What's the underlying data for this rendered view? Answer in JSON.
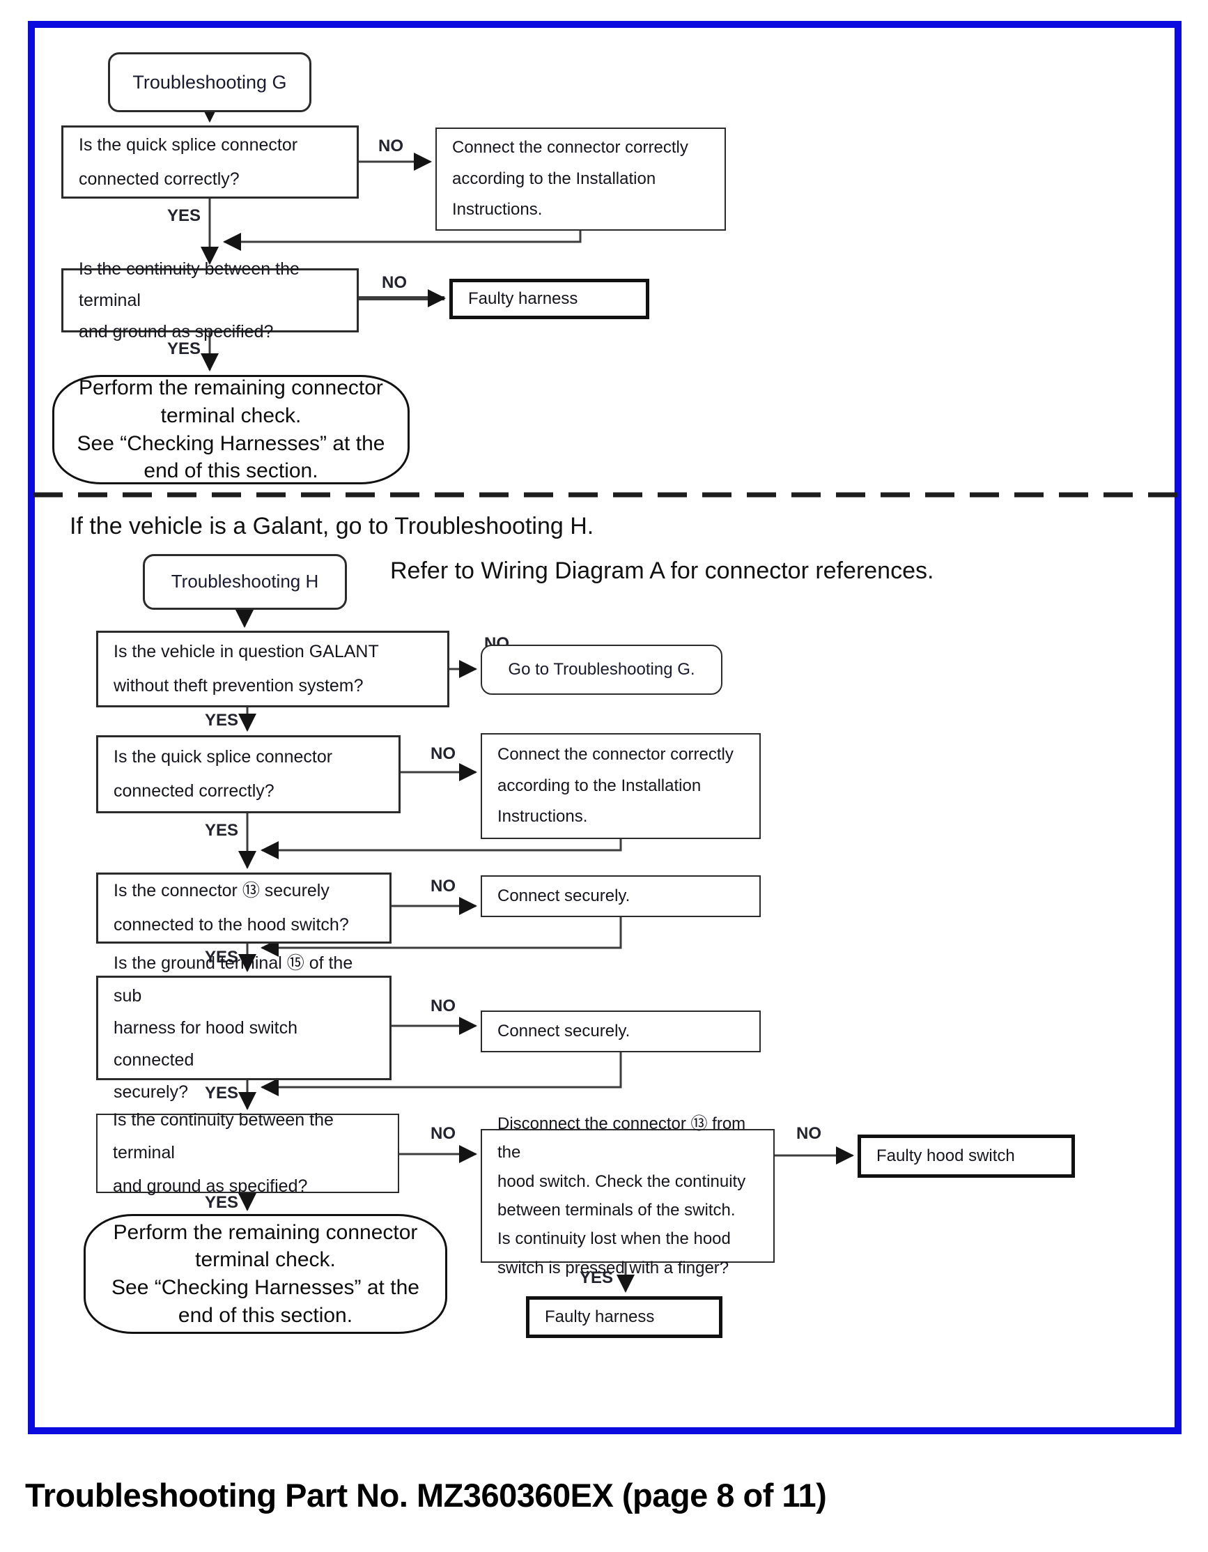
{
  "page": {
    "caption": "Troubleshooting Part No. MZ360360EX (page 8 of 11)"
  },
  "labels": {
    "yes": "YES",
    "no": "NO"
  },
  "troubleshooting_g": {
    "title": "Troubleshooting G",
    "q_quick_splice": "Is the quick splice connector\nconnected correctly?",
    "r_connect_installation": "Connect the connector correctly\naccording to the Installation\nInstructions.",
    "q_continuity": "Is the continuity between the terminal\nand ground as specified?",
    "r_faulty_harness": "Faulty harness",
    "end_terminal_check": "Perform the remaining connector\nterminal check.\nSee “Checking Harnesses” at the\nend of this section."
  },
  "divider_note": "If the vehicle is a Galant, go to Troubleshooting H.",
  "troubleshooting_h": {
    "title": "Troubleshooting H",
    "wiring_note": "Refer to Wiring Diagram A for connector references.",
    "q_galant": "Is the vehicle in question GALANT\nwithout theft prevention system?",
    "r_goto_g": "Go to Troubleshooting G.",
    "q_quick_splice": "Is the quick splice connector\nconnected correctly?",
    "r_connect_installation": "Connect the connector correctly\naccording to the Installation\nInstructions.",
    "q_connector_hood": "Is the connector ⑬ securely\nconnected to the hood switch?",
    "r_connect_securely_1": "Connect securely.",
    "q_ground_terminal": "Is the ground terminal ⑮ of the sub\nharness for hood switch connected\nsecurely?",
    "r_connect_securely_2": "Connect securely.",
    "q_continuity": "Is the continuity between the terminal\nand ground as specified?",
    "r_disconnect_check": "Disconnect the connector ⑬ from the\nhood switch. Check the continuity\nbetween terminals of the switch.\nIs continuity lost when the hood\nswitch is pressed with a finger?",
    "r_faulty_hood_switch": "Faulty hood switch",
    "r_faulty_harness": "Faulty harness",
    "end_terminal_check": "Perform the remaining connector\nterminal check.\nSee “Checking Harnesses” at the\nend of this section."
  }
}
